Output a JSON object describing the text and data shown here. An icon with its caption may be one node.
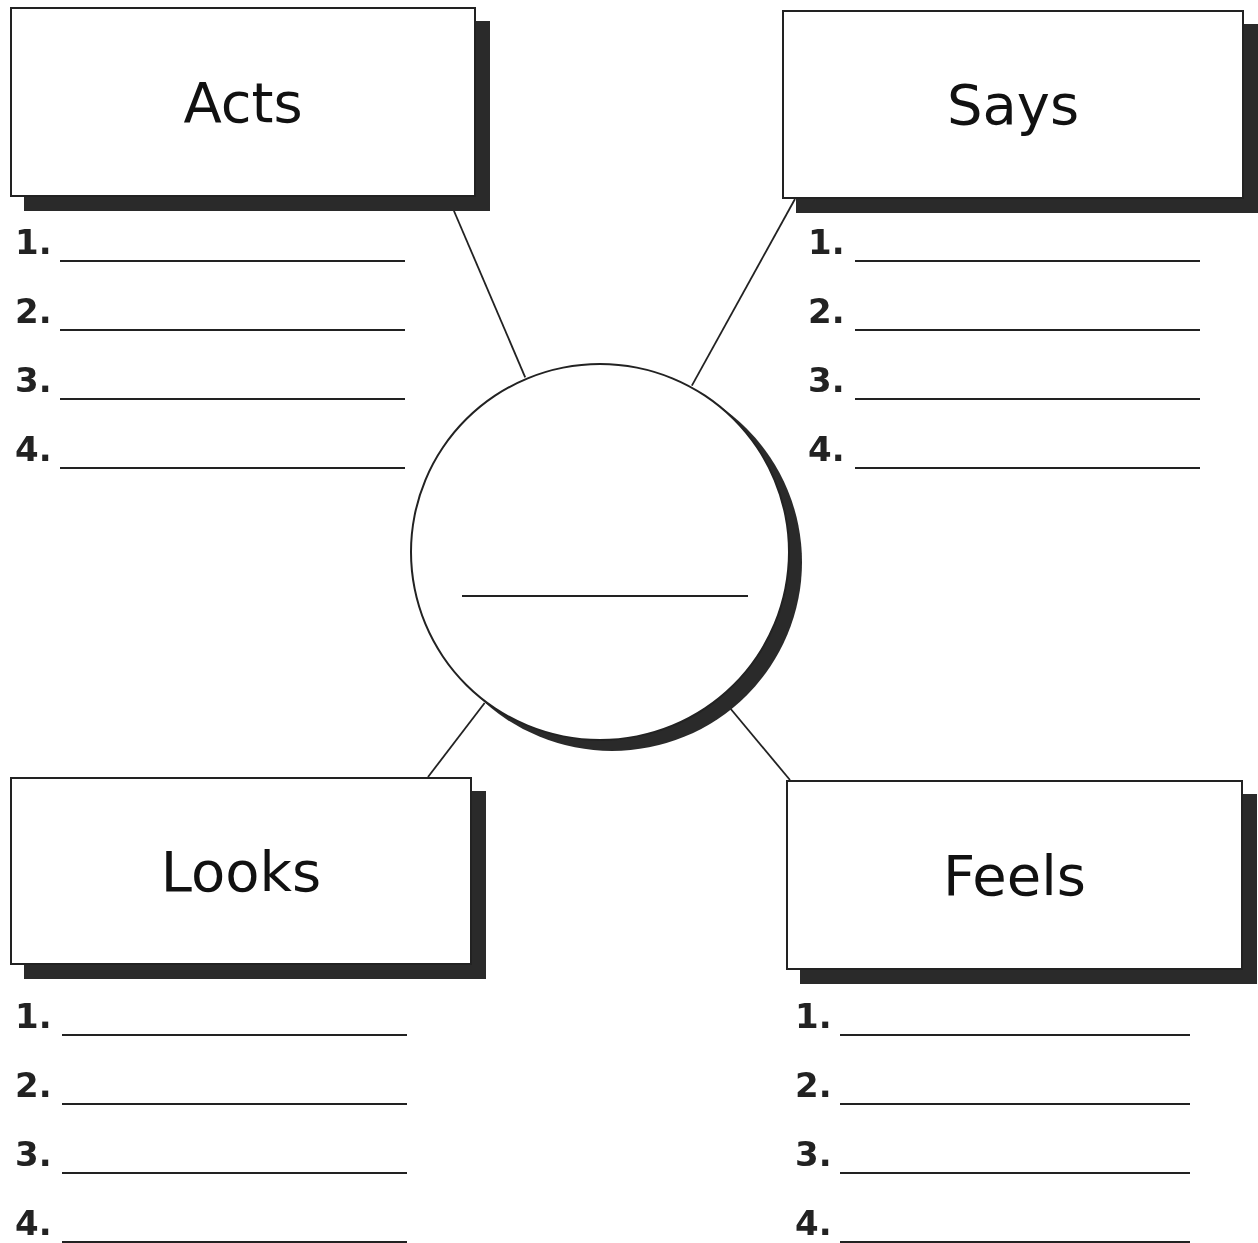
{
  "diagram": {
    "nodes": [
      {
        "text": [
          "Acts"
        ]
      },
      {
        "text": [
          "Says"
        ]
      },
      {
        "text": [],
        "shape": "circle"
      },
      {
        "text": [
          "Looks"
        ]
      },
      {
        "text": [
          "Feels"
        ]
      }
    ],
    "edges": [
      {
        "from": 0,
        "to": 2,
        "arrow": "none"
      },
      {
        "from": 1,
        "to": 2,
        "arrow": "none"
      },
      {
        "from": 3,
        "to": 2,
        "arrow": "none"
      },
      {
        "from": 4,
        "to": 2,
        "arrow": "none"
      }
    ],
    "labels": [
      "1.",
      "2.",
      "3.",
      "4.",
      "1.",
      "2.",
      "3.",
      "4.",
      "1.",
      "2.",
      "3.",
      "4.",
      "1.",
      "2.",
      "3.",
      "4."
    ]
  }
}
